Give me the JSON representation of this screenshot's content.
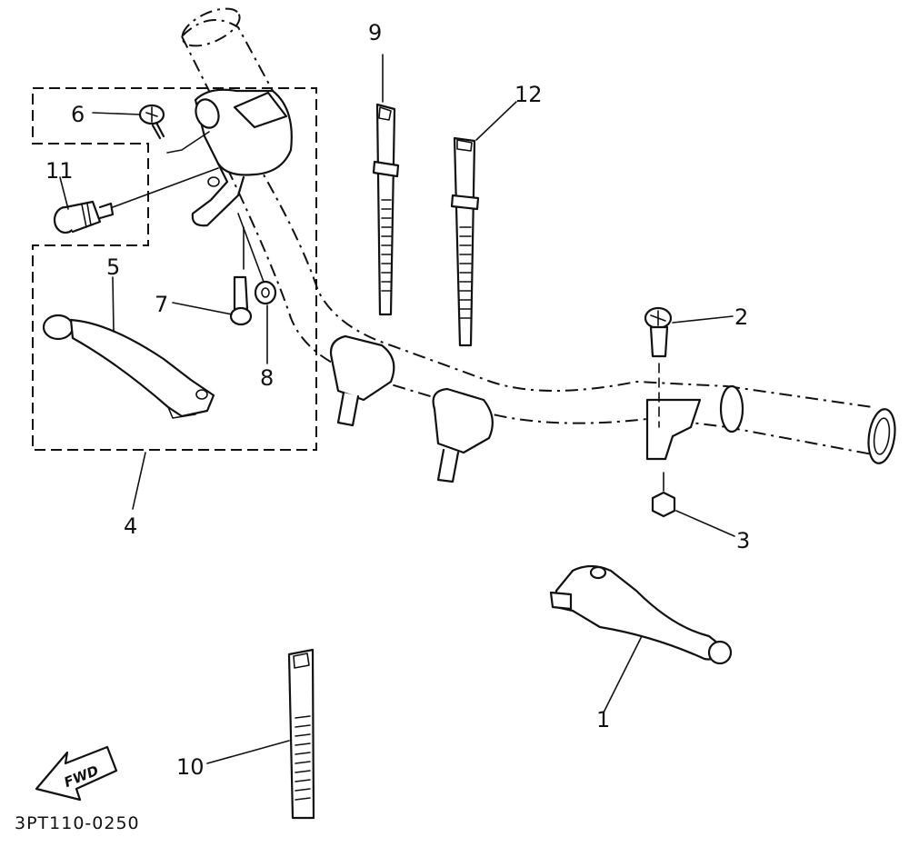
{
  "diagram": {
    "code": "3PT110-0250",
    "direction_marker": "FWD",
    "callouts": [
      {
        "id": "1",
        "label": "1"
      },
      {
        "id": "2",
        "label": "2"
      },
      {
        "id": "3",
        "label": "3"
      },
      {
        "id": "4",
        "label": "4"
      },
      {
        "id": "5",
        "label": "5"
      },
      {
        "id": "6",
        "label": "6"
      },
      {
        "id": "7",
        "label": "7"
      },
      {
        "id": "8",
        "label": "8"
      },
      {
        "id": "9",
        "label": "9"
      },
      {
        "id": "10",
        "label": "10"
      },
      {
        "id": "11",
        "label": "11"
      },
      {
        "id": "12",
        "label": "12"
      }
    ]
  }
}
